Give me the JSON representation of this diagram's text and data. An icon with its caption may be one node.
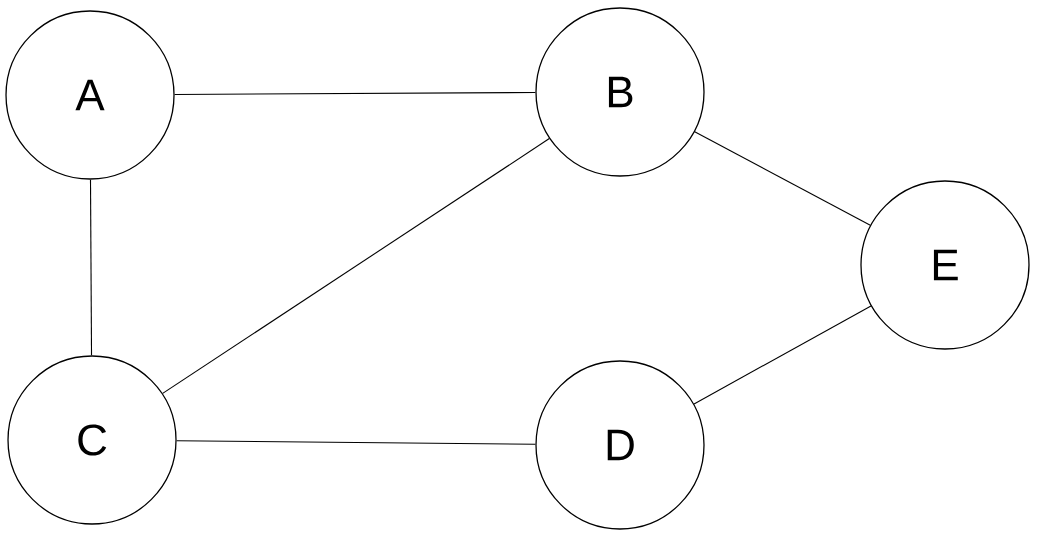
{
  "diagram": {
    "nodes": [
      {
        "text": [
          "A"
        ]
      },
      {
        "text": [
          "B"
        ]
      },
      {
        "text": [
          "C"
        ]
      },
      {
        "text": [
          "D"
        ]
      },
      {
        "text": [
          "E"
        ]
      }
    ],
    "edges": [
      {
        "from": 0,
        "to": 1,
        "arrow": "none"
      },
      {
        "from": 0,
        "to": 2,
        "arrow": "none"
      },
      {
        "from": 1,
        "to": 2,
        "arrow": "none"
      },
      {
        "from": 1,
        "to": 4,
        "arrow": "none"
      },
      {
        "from": 2,
        "to": 3,
        "arrow": "none"
      },
      {
        "from": 3,
        "to": 4,
        "arrow": "none"
      }
    ]
  }
}
